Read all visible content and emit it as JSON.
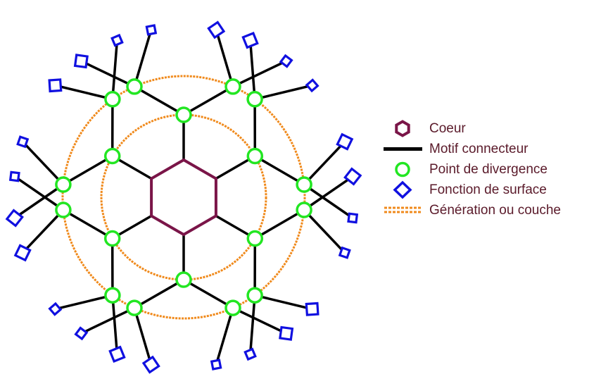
{
  "colors": {
    "core": "#7a1548",
    "connector": "#000000",
    "branch_point": "#22e622",
    "surface": "#1010e0",
    "generation": "#f08a1c",
    "legend_text": "#5a1a2a"
  },
  "legend": [
    {
      "key": "core",
      "label": "Coeur",
      "icon": "hexagon-icon"
    },
    {
      "key": "connector",
      "label": "Motif connecteur",
      "icon": "line-icon"
    },
    {
      "key": "branch_point",
      "label": "Point de divergence",
      "icon": "circle-icon"
    },
    {
      "key": "surface",
      "label": "Fonction de surface",
      "icon": "diamond-icon"
    },
    {
      "key": "generation",
      "label": "Génération ou couche",
      "icon": "dashed-line-icon"
    }
  ]
}
